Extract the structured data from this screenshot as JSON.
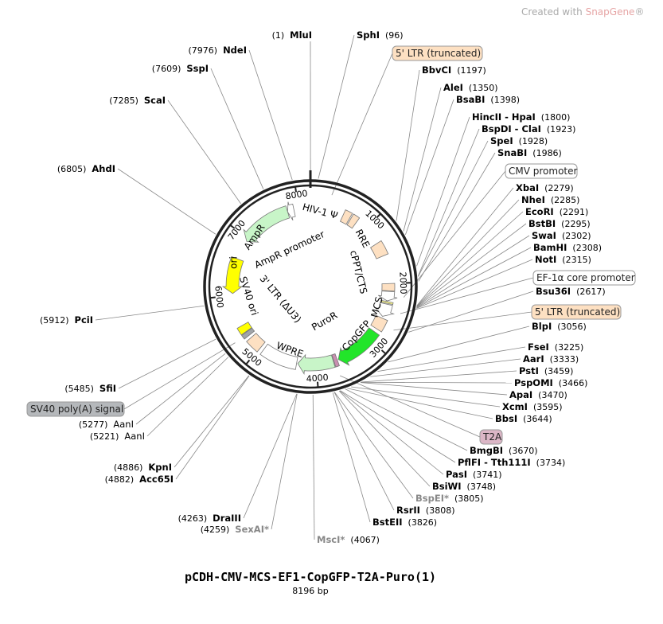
{
  "watermark": {
    "prefix": "Created with ",
    "brand": "SnapGene",
    "suffix": "®"
  },
  "title": "pCDH-CMV-MCS-EF1-CopGFP-T2A-Puro(1)",
  "length_label": "8196 bp",
  "total_bp": 8196,
  "ticks": [
    "1000",
    "2000",
    "3000",
    "4000",
    "5000",
    "6000",
    "7000",
    "8000"
  ],
  "enzymes": [
    {
      "name": "MluI",
      "pos": 1,
      "style": "bold"
    },
    {
      "name": "SphI",
      "pos": 96,
      "style": "bold"
    },
    {
      "name": "BbvCI",
      "pos": 1197,
      "style": "bold"
    },
    {
      "name": "AleI",
      "pos": 1350,
      "style": "bold"
    },
    {
      "name": "BsaBI",
      "pos": 1398,
      "style": "bold"
    },
    {
      "name": "HincII - HpaI",
      "pos": 1800,
      "style": "bold"
    },
    {
      "name": "BspDI - ClaI",
      "pos": 1923,
      "style": "bold"
    },
    {
      "name": "SpeI",
      "pos": 1928,
      "style": "bold"
    },
    {
      "name": "SnaBI",
      "pos": 1986,
      "style": "bold"
    },
    {
      "name": "XbaI",
      "pos": 2279,
      "style": "bold"
    },
    {
      "name": "NheI",
      "pos": 2285,
      "style": "bold"
    },
    {
      "name": "EcoRI",
      "pos": 2291,
      "style": "bold"
    },
    {
      "name": "BstBI",
      "pos": 2295,
      "style": "bold"
    },
    {
      "name": "SwaI",
      "pos": 2302,
      "style": "bold"
    },
    {
      "name": "BamHI",
      "pos": 2308,
      "style": "bold"
    },
    {
      "name": "NotI",
      "pos": 2315,
      "style": "bold"
    },
    {
      "name": "Bsu36I",
      "pos": 2617,
      "style": "bold"
    },
    {
      "name": "BlpI",
      "pos": 3056,
      "style": "bold"
    },
    {
      "name": "FseI",
      "pos": 3225,
      "style": "bold"
    },
    {
      "name": "AarI",
      "pos": 3333,
      "style": "bold"
    },
    {
      "name": "PstI",
      "pos": 3459,
      "style": "bold"
    },
    {
      "name": "PspOMI",
      "pos": 3466,
      "style": "bold"
    },
    {
      "name": "ApaI",
      "pos": 3470,
      "style": "bold"
    },
    {
      "name": "XcmI",
      "pos": 3595,
      "style": "bold"
    },
    {
      "name": "BbsI",
      "pos": 3644,
      "style": "bold"
    },
    {
      "name": "BmgBI",
      "pos": 3670,
      "style": "bold"
    },
    {
      "name": "PflFI - Tth111I",
      "pos": 3734,
      "style": "bold"
    },
    {
      "name": "PasI",
      "pos": 3741,
      "style": "bold"
    },
    {
      "name": "BsiWI",
      "pos": 3748,
      "style": "bold"
    },
    {
      "name": "BspEI*",
      "pos": 3805,
      "style": "grey"
    },
    {
      "name": "RsrII",
      "pos": 3808,
      "style": "bold"
    },
    {
      "name": "BstEII",
      "pos": 3826,
      "style": "bold"
    },
    {
      "name": "MscI*",
      "pos": 4067,
      "style": "grey"
    },
    {
      "name": "SexAI*",
      "pos": 4259,
      "style": "grey"
    },
    {
      "name": "DraIII",
      "pos": 4263,
      "style": "bold"
    },
    {
      "name": "Acc65I",
      "pos": 4882,
      "style": "bold"
    },
    {
      "name": "KpnI",
      "pos": 4886,
      "style": "bold"
    },
    {
      "name": "AanI",
      "pos": 5221,
      "style": "normal"
    },
    {
      "name": "AanI",
      "pos": 5277,
      "style": "normal"
    },
    {
      "name": "SfiI",
      "pos": 5485,
      "style": "bold"
    },
    {
      "name": "PciI",
      "pos": 5912,
      "style": "bold"
    },
    {
      "name": "AhdI",
      "pos": 6805,
      "style": "bold"
    },
    {
      "name": "ScaI",
      "pos": 7285,
      "style": "bold"
    },
    {
      "name": "SspI",
      "pos": 7609,
      "style": "bold"
    },
    {
      "name": "NdeI",
      "pos": 7976,
      "style": "bold"
    }
  ],
  "callouts": [
    {
      "label": "5' LTR (truncated)",
      "pos": 300,
      "color": "#fde0c2"
    },
    {
      "label": "CMV promoter",
      "pos": 2200,
      "color": "#ffffff"
    },
    {
      "label": "EF-1α core promoter",
      "pos": 2430,
      "color": "#ffffff"
    },
    {
      "label": "5' LTR (truncated)",
      "pos": 2680,
      "color": "#fde0c2"
    },
    {
      "label": "T2A",
      "pos": 3680,
      "color": "#dbb6c6"
    },
    {
      "label": "SV40 poly(A) signal",
      "pos": 5310,
      "color": "#b5b8bb"
    }
  ],
  "features": [
    {
      "label": "HIV-1 Ψ",
      "start": 560,
      "end": 680,
      "dir": 0,
      "color": "#fde0c2"
    },
    {
      "label": "",
      "start": 700,
      "end": 810,
      "dir": 0,
      "color": "#fde0c2"
    },
    {
      "label": "RRE",
      "start": 1300,
      "end": 1530,
      "dir": 0,
      "color": "#fde0c2"
    },
    {
      "label": "cPPT/CTS",
      "start": 2000,
      "end": 2120,
      "dir": 0,
      "color": "#fde0c2"
    },
    {
      "label": "",
      "start": 2130,
      "end": 2290,
      "dir": 1,
      "color": "#ffffff"
    },
    {
      "label": "MCS",
      "start": 2300,
      "end": 2330,
      "dir": 0,
      "color": "#f4f08a"
    },
    {
      "label": "",
      "start": 2345,
      "end": 2560,
      "dir": 1,
      "color": "#ffffff"
    },
    {
      "label": "",
      "start": 2590,
      "end": 2790,
      "dir": 0,
      "color": "#fde0c2"
    },
    {
      "label": "CopGFP",
      "start": 2850,
      "end": 3620,
      "dir": 1,
      "color": "#22e52a"
    },
    {
      "label": "",
      "start": 3640,
      "end": 3700,
      "dir": 0,
      "color": "#c98eb0"
    },
    {
      "label": "PuroR",
      "start": 3710,
      "end": 4310,
      "dir": 1,
      "color": "#c8f5c8"
    },
    {
      "label": "WPRE",
      "start": 4330,
      "end": 4930,
      "dir": 0,
      "color": "#ffffff"
    },
    {
      "label": "3' LTR (ΔU3)",
      "start": 4990,
      "end": 5220,
      "dir": 0,
      "color": "#fde0c2"
    },
    {
      "label": "",
      "start": 5270,
      "end": 5340,
      "dir": 0,
      "color": "#a0a4a8"
    },
    {
      "label": "SV40 ori",
      "start": 5350,
      "end": 5470,
      "dir": 0,
      "color": "#ffff00"
    },
    {
      "label": "ori",
      "start": 6030,
      "end": 6620,
      "dir": -1,
      "color": "#ffff00"
    },
    {
      "label": "AmpR",
      "start": 6950,
      "end": 7810,
      "dir": -1,
      "color": "#c8f5c8"
    },
    {
      "label": "AmpR promoter",
      "start": 7810,
      "end": 7920,
      "dir": -1,
      "color": "#ffffff"
    }
  ]
}
